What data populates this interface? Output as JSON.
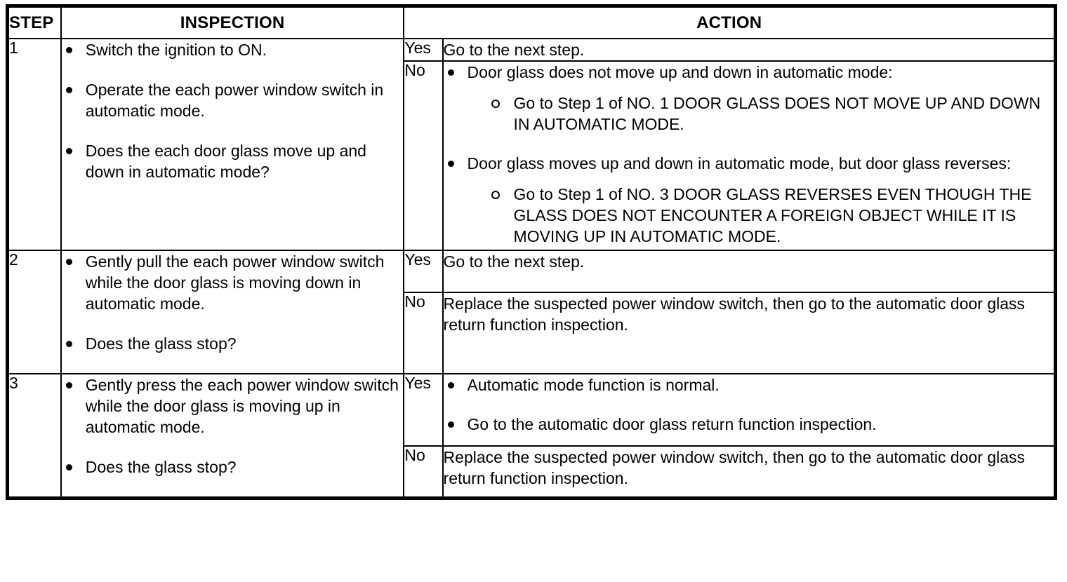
{
  "table": {
    "headers": {
      "step": "STEP",
      "inspection": "INSPECTION",
      "action": "ACTION"
    },
    "labels": {
      "yes": "Yes",
      "no": "No"
    },
    "rows": [
      {
        "step": "1",
        "inspection_bullets": [
          "Switch the ignition to ON.",
          "Operate the each power window switch in automatic mode.",
          "Does the each door glass move up and down in automatic mode?"
        ],
        "yes_action_text": "Go to the next step.",
        "no_action_bullets": [
          {
            "text": "Door glass does not move up and down in automatic mode:",
            "sub": [
              "Go to Step 1 of NO. 1 DOOR GLASS DOES NOT MOVE UP AND DOWN IN AUTOMATIC MODE."
            ]
          },
          {
            "text": "Door glass moves up and down in automatic mode, but door glass reverses:",
            "sub": [
              "Go to Step 1 of NO. 3 DOOR GLASS REVERSES EVEN THOUGH THE GLASS DOES NOT ENCOUNTER A FOREIGN OBJECT WHILE IT IS MOVING UP IN AUTOMATIC MODE."
            ]
          }
        ]
      },
      {
        "step": "2",
        "inspection_bullets": [
          "Gently pull the each power window switch while the door glass is moving down in automatic mode.",
          "Does the glass stop?"
        ],
        "yes_action_text": "Go to the next step.",
        "no_action_text": "Replace the suspected power window switch, then go to the automatic door glass return function inspection."
      },
      {
        "step": "3",
        "inspection_bullets": [
          "Gently press the each power window switch while the door glass is moving up in automatic mode.",
          "Does the glass stop?"
        ],
        "yes_action_bullets": [
          "Automatic mode function is normal.",
          "Go to the automatic door glass return function inspection."
        ],
        "no_action_text": "Replace the suspected power window switch, then go to the automatic door glass return function inspection."
      }
    ]
  }
}
